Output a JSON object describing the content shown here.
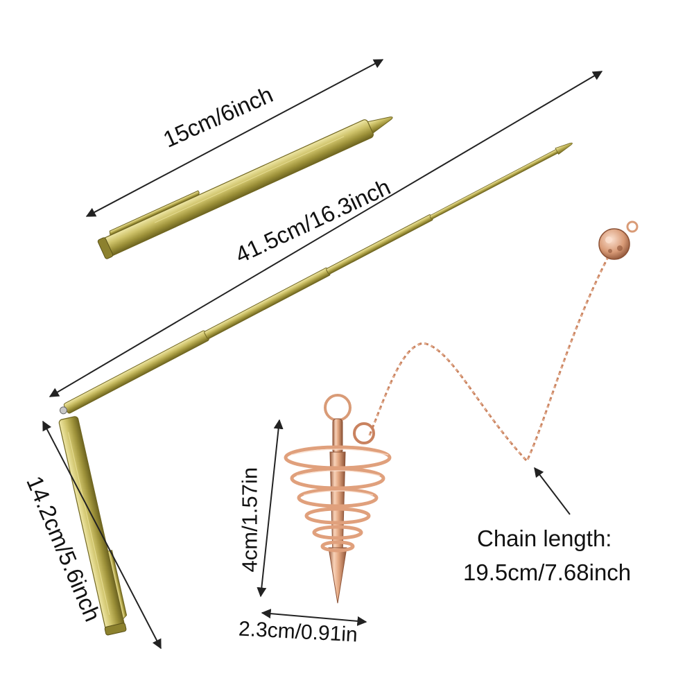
{
  "dimensions": {
    "short_rod": "15cm/6inch",
    "extended_rod": "41.5cm/16.3inch",
    "handle": "14.2cm/5.6inch",
    "pendulum_height": "4cm/1.57in",
    "pendulum_width": "2.3cm/0.91in",
    "chain_title": "Chain length:",
    "chain_value": "19.5cm/7.68inch"
  },
  "colors": {
    "brass_light": "#d7cc73",
    "brass_mid": "#a69a3c",
    "brass_dark": "#6f6520",
    "copper_light": "#f6c7a9",
    "copper_mid": "#d99b77",
    "copper_dark": "#a8694a",
    "arrow": "#222222"
  }
}
